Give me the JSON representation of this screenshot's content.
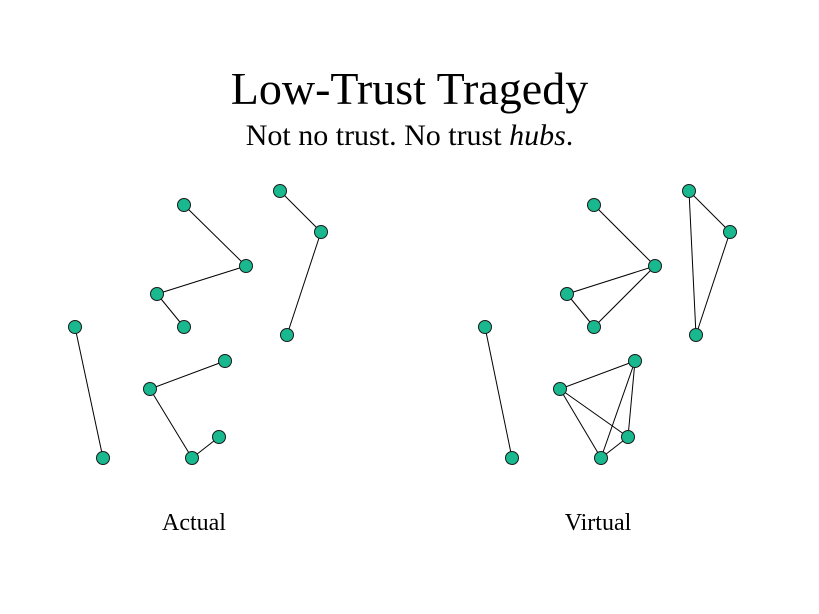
{
  "slide": {
    "title": "Low-Trust Tragedy",
    "subtitle_plain": "Not no trust.  No trust ",
    "subtitle_italic": "hubs",
    "subtitle_end": "."
  },
  "captions": {
    "actual": "Actual",
    "virtual": "Virtual"
  },
  "colors": {
    "node_fill": "#19b88f",
    "node_stroke": "#1a1a1a",
    "edge": "#000000"
  }
}
